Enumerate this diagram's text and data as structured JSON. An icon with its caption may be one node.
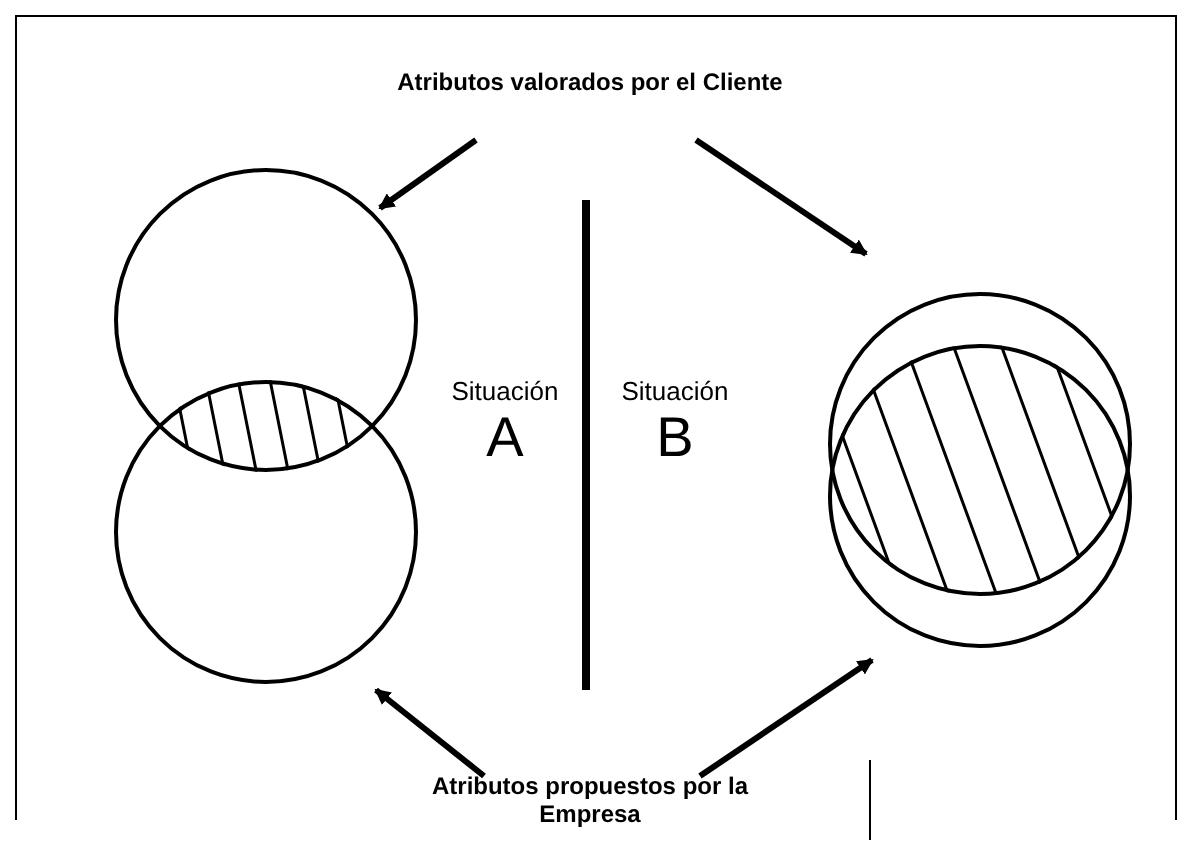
{
  "diagram": {
    "nodes": [
      {
        "text": [
          "Atributos valorados por el Cliente"
        ]
      },
      {
        "text": [],
        "shape": "circle"
      },
      {
        "text": [],
        "shape": "circle"
      },
      {
        "text": [],
        "shape": "circle"
      },
      {
        "text": [],
        "shape": "circle"
      },
      {
        "text": [
          "Atributos propuestos por la Empresa"
        ]
      }
    ],
    "edges": [
      {
        "from": 0,
        "to": 1,
        "arrow": "to"
      },
      {
        "from": 0,
        "to": 3,
        "arrow": "to"
      },
      {
        "from": 5,
        "to": 2,
        "arrow": "to"
      },
      {
        "from": 5,
        "to": 4,
        "arrow": "to"
      }
    ],
    "labels": [
      "Situación",
      "A",
      "Situación",
      "B"
    ]
  }
}
